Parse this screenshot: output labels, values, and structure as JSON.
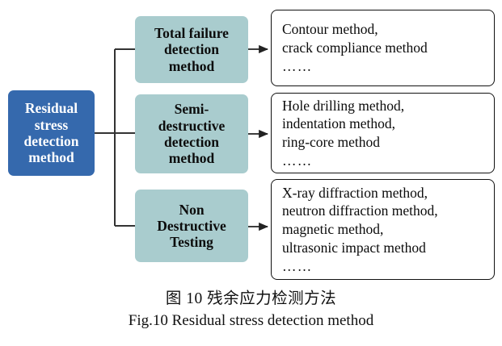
{
  "figure": {
    "root": {
      "name": "residual-stress-detection-method",
      "lines": [
        "Residual",
        "stress",
        "detection",
        "method"
      ],
      "color": "#3569ad",
      "text_color": "#ffffff"
    },
    "categories": [
      {
        "name": "total-failure-detection-method",
        "lines": [
          "Total failure",
          "detection",
          "method"
        ],
        "color": "#a9ccce"
      },
      {
        "name": "semi-destructive-detection-method",
        "lines": [
          "Semi-",
          "destructive",
          "detection",
          "method"
        ],
        "color": "#a9ccce"
      },
      {
        "name": "non-destructive-testing",
        "lines": [
          "Non",
          "Destructive",
          "Testing"
        ],
        "color": "#a9ccce"
      }
    ],
    "details": [
      {
        "name": "total-failure-methods",
        "lines": [
          "Contour method,",
          "crack compliance method",
          "……"
        ]
      },
      {
        "name": "semi-destructive-methods",
        "lines": [
          "Hole drilling method,",
          "indentation method,",
          "ring-core method",
          "……"
        ]
      },
      {
        "name": "non-destructive-methods",
        "lines": [
          "X-ray diffraction method,",
          "neutron diffraction method,",
          "magnetic method,",
          "ultrasonic impact method",
          "……"
        ]
      }
    ],
    "connector_color": "#333333",
    "border_color": "#111111"
  },
  "caption": {
    "chinese": "图 10  残余应力检测方法",
    "english": "Fig.10 Residual stress detection method"
  }
}
